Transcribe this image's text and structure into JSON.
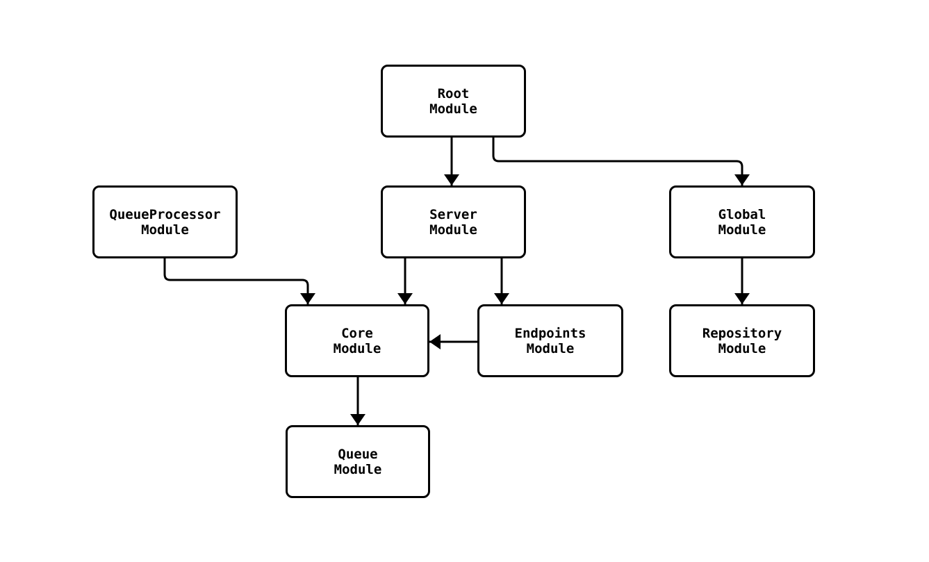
{
  "diagram": {
    "type": "flowchart",
    "nodes": [
      {
        "id": "root",
        "label": "Root\nModule"
      },
      {
        "id": "queueprocessor",
        "label": "QueueProcessor\nModule"
      },
      {
        "id": "server",
        "label": "Server\nModule"
      },
      {
        "id": "global",
        "label": "Global\nModule"
      },
      {
        "id": "core",
        "label": "Core\nModule"
      },
      {
        "id": "endpoints",
        "label": "Endpoints\nModule"
      },
      {
        "id": "repository",
        "label": "Repository\nModule"
      },
      {
        "id": "queue",
        "label": "Queue\nModule"
      }
    ],
    "edges": [
      {
        "from": "Root Module",
        "to": "Server Module"
      },
      {
        "from": "Root Module",
        "to": "Global Module"
      },
      {
        "from": "QueueProcessor Module",
        "to": "Core Module"
      },
      {
        "from": "Server Module",
        "to": "Core Module"
      },
      {
        "from": "Server Module",
        "to": "Endpoints Module"
      },
      {
        "from": "Endpoints Module",
        "to": "Core Module"
      },
      {
        "from": "Core Module",
        "to": "Queue Module"
      },
      {
        "from": "Global Module",
        "to": "Repository Module"
      }
    ],
    "colors": {
      "background": "#ffffff",
      "node_fill": "#ffffff",
      "node_border": "#000000",
      "edge": "#000000",
      "text": "#000000"
    }
  }
}
